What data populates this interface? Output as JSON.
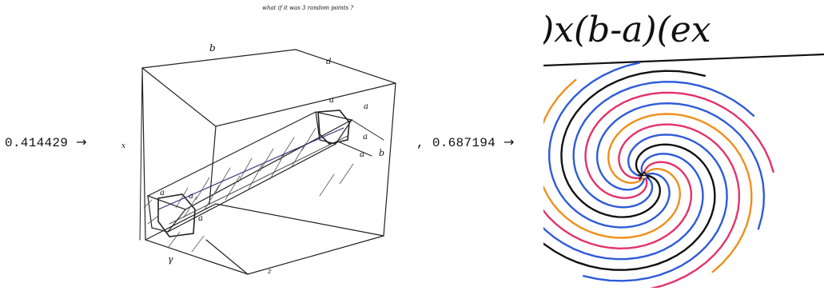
{
  "items": [
    {
      "value": "0.414429",
      "arrow": "→",
      "sketch": {
        "note": "what if   it was 3 random points ?",
        "labels": {
          "b": "b",
          "d": "d",
          "x": "x",
          "y": "γ",
          "z": "z",
          "a1": "a",
          "a2": "a",
          "a3": "a",
          "a4": "a",
          "a5": "a",
          "a6": "a",
          "a7": "a",
          "b2": "b"
        }
      }
    },
    {
      "prefix": ",",
      "value": "0.687194",
      "arrow": "→",
      "sketch": {
        "formula": ")x(b-a)(ex",
        "colors": {
          "black": "#111111",
          "red": "#e2336a",
          "blue": "#2f5bd8",
          "orange": "#ef8f1c"
        }
      }
    }
  ]
}
